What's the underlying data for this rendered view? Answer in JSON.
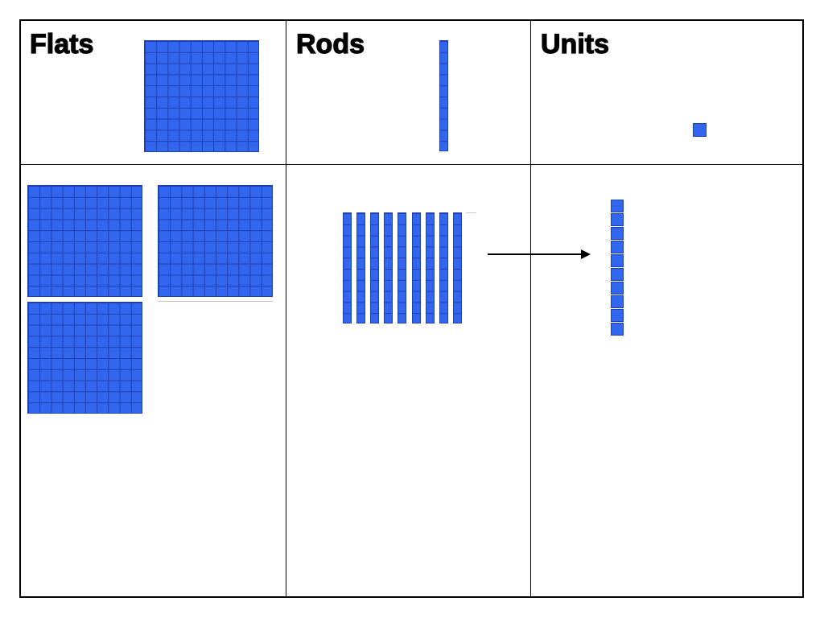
{
  "headings": {
    "flats": "Flats",
    "rods": "Rods",
    "units": "Units"
  },
  "model": {
    "flats_shown": 3,
    "rods_shown": 9,
    "units_shown": 10
  },
  "colors": {
    "block_fill": "#3366ee",
    "block_grid": "#1f3fb0",
    "lines": "#000000"
  }
}
